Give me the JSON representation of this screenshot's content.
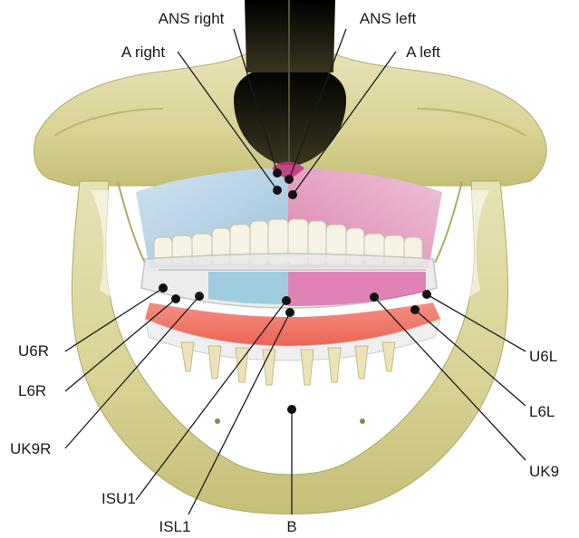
{
  "labels": {
    "ans_right": "ANS right",
    "ans_left": "ANS left",
    "a_right": "A right",
    "a_left": "A left",
    "u6r": "U6R",
    "l6r": "L6R",
    "uk9r": "UK9R",
    "isu1": "ISU1",
    "isl1": "ISL1",
    "b": "B",
    "uk9": "UK9",
    "l6l": "L6L",
    "u6l": "U6L"
  },
  "colors": {
    "bone": "#d9d49a",
    "bone_shadow": "#a9a466",
    "right_maxilla": "#bcd7ea",
    "left_maxilla": "#e8a9c8",
    "lower_gum": "#ee6a5c",
    "aligner": "#e6e6e6",
    "teeth": "#f5f1e4",
    "landmark": "#111111",
    "leader_line": "#1a1a1a"
  }
}
